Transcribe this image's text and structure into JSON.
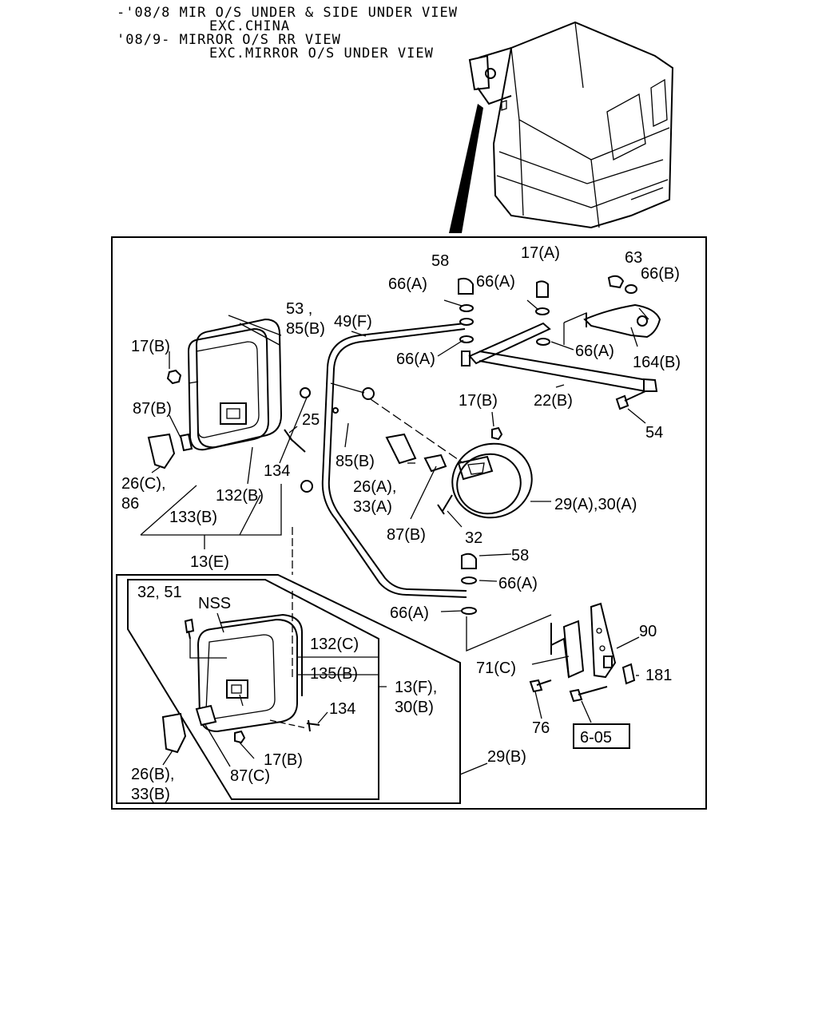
{
  "header": {
    "line1": "-'08/8 MIR O/S UNDER & SIDE UNDER VIEW",
    "line2": "EXC.CHINA",
    "line3": "'08/9- MIRROR O/S RR VIEW",
    "line4": "EXC.MIRROR O/S UNDER VIEW"
  },
  "callouts": {
    "c58a": "58",
    "c17a": "17(A)",
    "c63": "63",
    "c66b": "66(B)",
    "c66a_1": "66(A)",
    "c66a_2": "66(A)",
    "c49f": "49(F)",
    "c53": "53 ,",
    "c85b_1": "85(B)",
    "c66a_3": "66(A)",
    "c66a_4": "66(A)",
    "c164b": "164(B)",
    "c17b_1": "17(B)",
    "c25": "25",
    "c17b_2": "17(B)",
    "c22b": "22(B)",
    "c87b_1": "87(B)",
    "c54": "54",
    "c85b_2": "85(B)",
    "c26a": "26(A),",
    "c33a": "33(A)",
    "c26c": "26(C),",
    "c86": "86",
    "c134_1": "134",
    "c132b": "132(B)",
    "c29a": "29(A),30(A)",
    "c133b": "133(B)",
    "c87b_2": "87(B)",
    "c32": "32",
    "c13e": "13(E)",
    "c58b": "58",
    "c3251": "32, 51",
    "c66a_5": "66(A)",
    "c nss": "NSS",
    "c66a_6": "66(A)",
    "c90": "90",
    "c132c": "132(C)",
    "c71c": "71(C)",
    "c135b": "135(B)",
    "c181": "181",
    "c13f": "13(F),",
    "c30b": "30(B)",
    "c134_2": "134",
    "c76": "76",
    "c605": "6-05",
    "c17b_3": "17(B)",
    "c29b": "29(B)",
    "c26b": "26(B),",
    "c87c": "87(C)",
    "c33b": "33(B)"
  }
}
